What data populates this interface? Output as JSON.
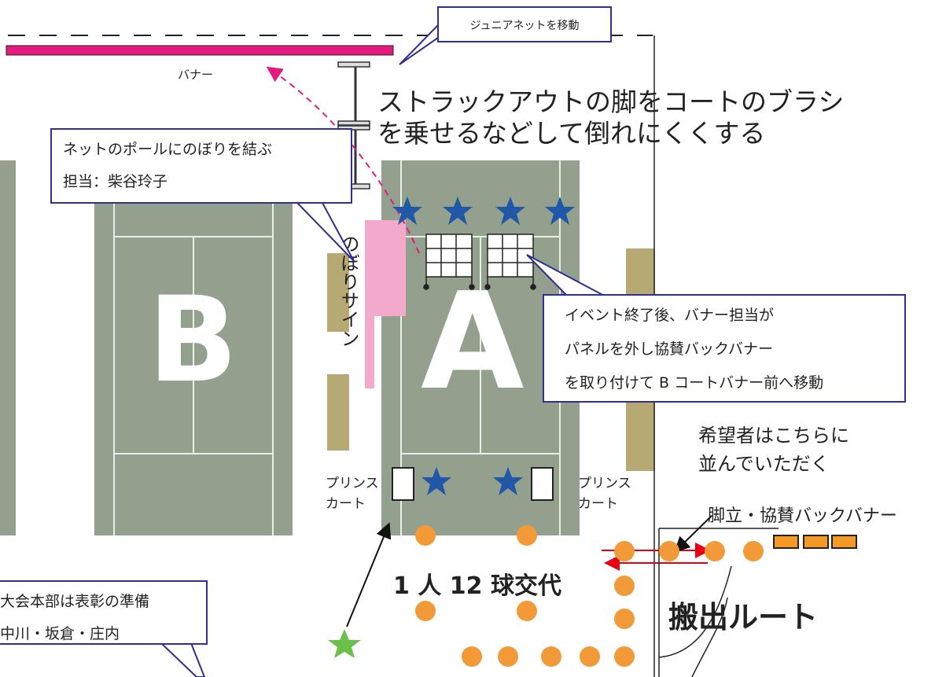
{
  "colors": {
    "court": "#93a08e",
    "court_lines": "#e9eee6",
    "banner": "#e6197f",
    "nobori": "#f2a9cc",
    "callout_border": "#2e3191",
    "star_blue": "#2157a7",
    "star_green": "#6cbf4a",
    "ball_orange": "#f29a38",
    "arrow_red": "#e60012",
    "post_tan": "#b7a974"
  },
  "labels": {
    "banner": "バナー",
    "junior_net": "ジュニアネットを移動",
    "struck_out_line1": "ストラックアウトの脚をコートのブラシ",
    "struck_out_line2": "を乗せるなどして倒れにくくする",
    "nobori_sign": "のぼりサイン",
    "court_b": "B",
    "court_a": "A",
    "prince_cart_left_1": "プリンス",
    "prince_cart_left_2": "カート",
    "prince_cart_right_1": "プリンス",
    "prince_cart_right_2": "カート",
    "ball_rule": "1 人 12 球交代",
    "applicants_line1": "希望者はこちらに",
    "applicants_line2": "並んでいただく",
    "stand_banner": "脚立・協賛バックバナー",
    "carry_out_route": "搬出ルート"
  },
  "callouts": {
    "nobori": {
      "line1": "ネットのポールにのぼりを結ぶ",
      "line2": "担当：柴谷玲子"
    },
    "event_end": {
      "line1": "イベント終了後、バナー担当が",
      "line2": "パネルを外し協賛バックバナー",
      "line3": "を取り付けて B コートバナー前へ移動"
    },
    "hq": {
      "line1": "大会本部は表彰の準備",
      "line2": "中川・坂倉・庄内"
    }
  },
  "icons": [
    "star-icon",
    "ball-icon",
    "panel-icon",
    "cart-icon",
    "arrow-icon"
  ]
}
